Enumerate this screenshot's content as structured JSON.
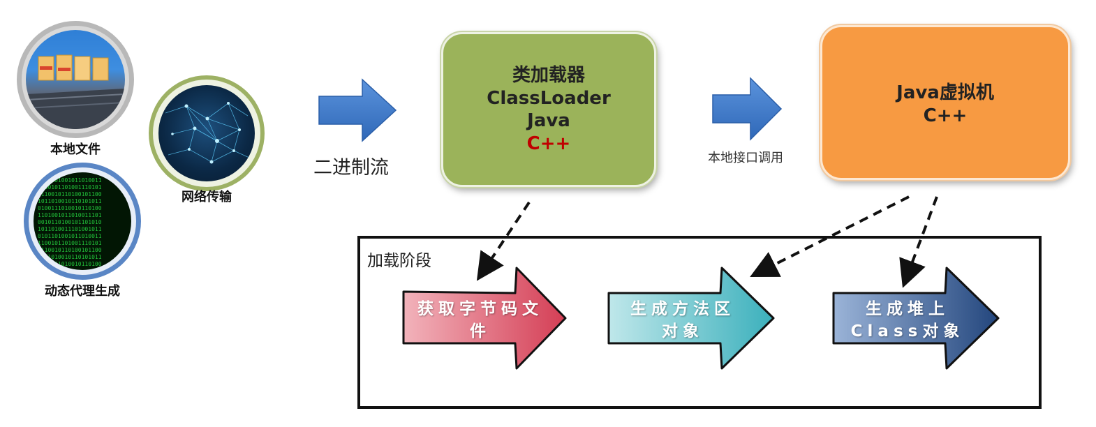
{
  "sources": {
    "local_file": "本地文件",
    "network": "网络传输",
    "dynamic_proxy": "动态代理生成"
  },
  "flow": {
    "binary_stream": "二进制流",
    "native_call": "本地接口调用"
  },
  "classloader_box": {
    "line1": "类加载器",
    "line2": "ClassLoader",
    "line3": "Java",
    "line4": "C++"
  },
  "jvm_box": {
    "line1": "Java虚拟机",
    "line2": "C++"
  },
  "loading_stage": {
    "title": "加载阶段",
    "steps": [
      {
        "line1": "获取字节码文",
        "line2": "件"
      },
      {
        "line1": "生成方法区",
        "line2": "对象"
      },
      {
        "line1": "生成堆上",
        "line2": "Class对象"
      }
    ]
  },
  "colors": {
    "classloader_box": "#9bb35a",
    "jvm_box": "#f79a42",
    "flow_arrow": "#3d78c8",
    "step1": "#d9455a",
    "step2": "#46b5bf",
    "step3": "#2d5288"
  }
}
